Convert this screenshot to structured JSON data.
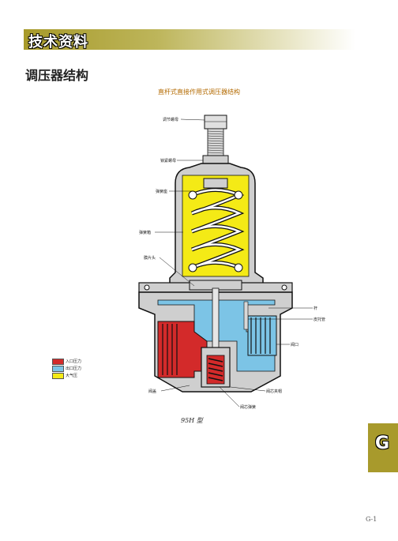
{
  "banner": {
    "title": "技术资料",
    "color": "#a79a2a"
  },
  "section_title": "调压器结构",
  "figure": {
    "title": "直杆式直接作用式调压器结构",
    "caption": "95H 型",
    "labels": {
      "adjust_screw": "调节螺母",
      "lock_nut": "锁紧螺母",
      "spring_seat": "弹簧座",
      "spring": "弹簧箱",
      "diaphragm_head": "膜片头",
      "stem": "杆",
      "pitot": "皮托管",
      "outlet": "阀口",
      "valve_body": "阀盖",
      "valve_nut": "阀芯夹帽",
      "valve_spring": "阀芯弹簧"
    },
    "colors": {
      "inlet": "#d32a2a",
      "outlet": "#7cc4e6",
      "atmos": "#f4ea16"
    }
  },
  "legend": [
    {
      "label": "入口压力",
      "color": "#d32a2a"
    },
    {
      "label": "出口压力",
      "color": "#7cc4e6"
    },
    {
      "label": "大气压",
      "color": "#f4ea16"
    }
  ],
  "side_tab": "G",
  "page_number": "G-1"
}
